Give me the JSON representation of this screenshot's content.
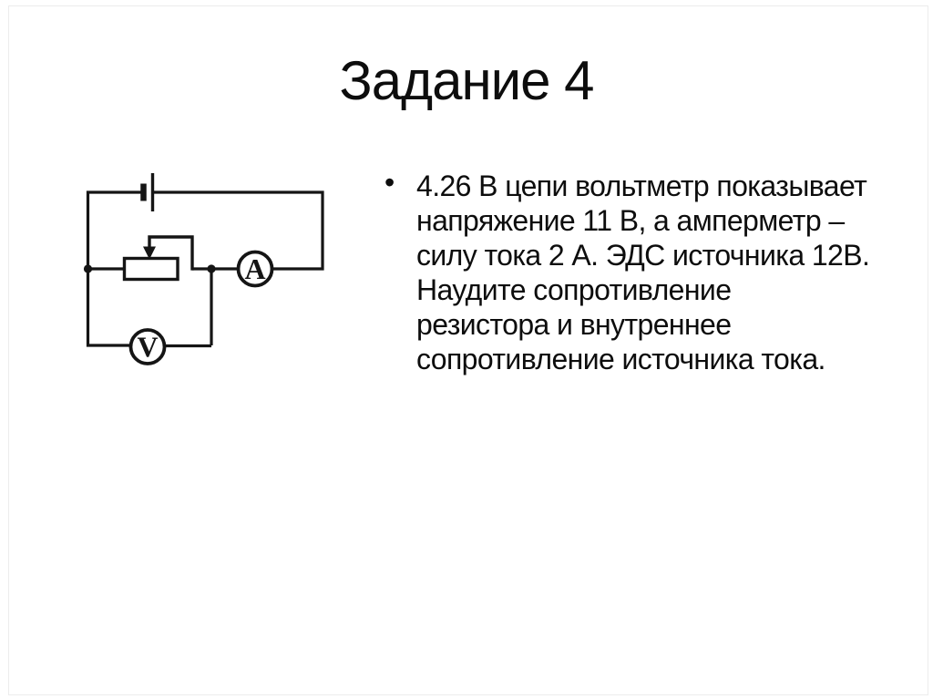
{
  "slide": {
    "title": "Задание 4",
    "background_color": "#ffffff",
    "frame_color": "#ececec",
    "text_color": "#0d0d0d"
  },
  "problem": {
    "bullet_char": "•",
    "lines": [
      "4.26 В цепи вольтметр показывает",
      "напряжение 11 В, а амперметр –",
      "силу тока 2 А. ЭДС источника 12В.",
      "Наудите сопротивление",
      "резистора и внутреннее",
      "сопротивление источника тока."
    ]
  },
  "circuit": {
    "ink_color": "#151515",
    "ammeter_label": "A",
    "voltmeter_label": "V"
  }
}
